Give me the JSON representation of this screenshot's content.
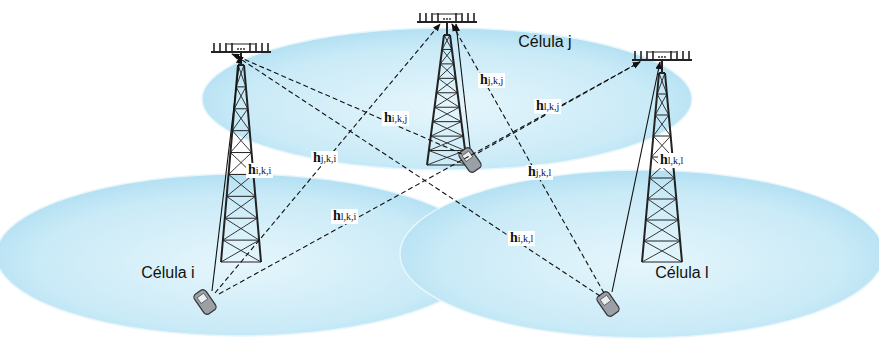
{
  "diagram": {
    "nodes": [
      {
        "text": [
          "Célula j"
        ]
      },
      {
        "text": [
          "Célula i"
        ]
      },
      {
        "text": [
          "Célula l"
        ]
      }
    ],
    "labels": [
      "hj,k,j",
      "hi,k,j",
      "hl,k,j",
      "hi,k,i",
      "hj,k,i",
      "hl,k,i",
      "hj,k,l",
      "hi,k,l",
      "hl,k,l"
    ]
  }
}
